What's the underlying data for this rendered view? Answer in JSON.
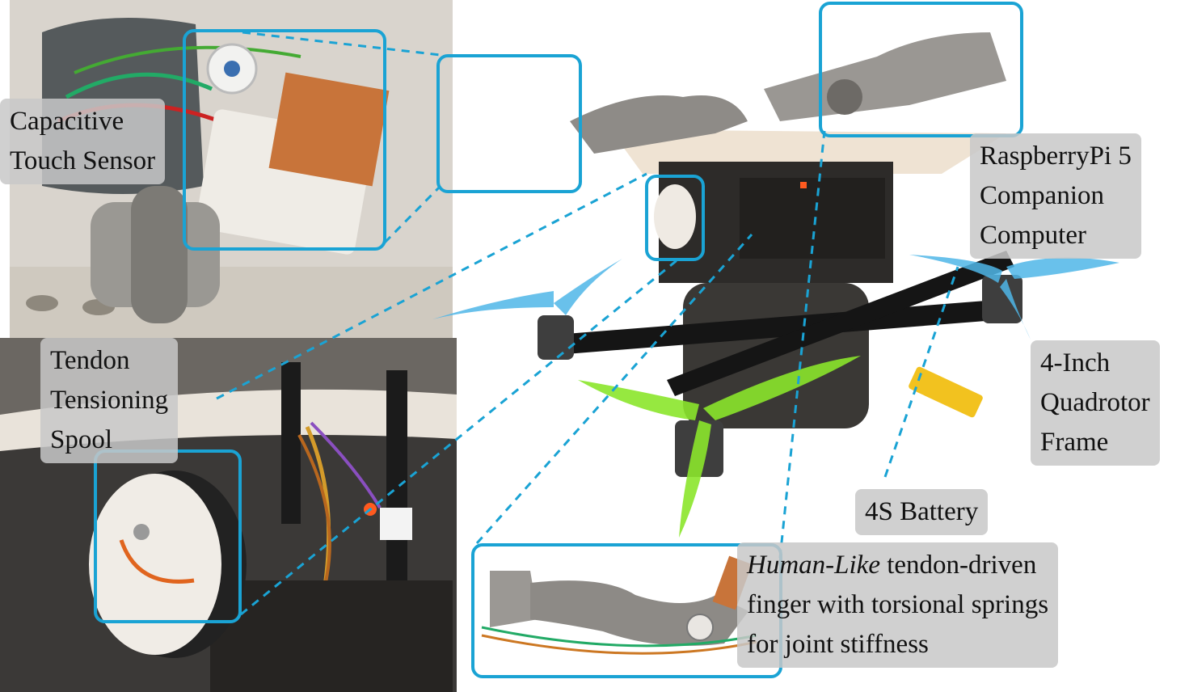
{
  "labels": {
    "touch_sensor": "Capacitive\nTouch Sensor",
    "raspberry_pi": "RaspberryPi 5\nCompanion\nComputer",
    "tendon_spool": "Tendon\nTensioning\nSpool",
    "quad_frame": "4-Inch\nQuadrotor\nFrame",
    "battery": "4S Battery",
    "finger_italic": "Human-Like",
    "finger_rest_line1": " tendon-driven",
    "finger_rest_lines": "finger with torsional springs\nfor joint stiffness"
  },
  "colors": {
    "highlight": "#1aa3d4",
    "label_bg": "#c8c8c8",
    "propeller_blue": "#4fb6e8",
    "propeller_green": "#8be62b",
    "frame_black": "#1a1a1a",
    "copper": "#c8743a"
  }
}
